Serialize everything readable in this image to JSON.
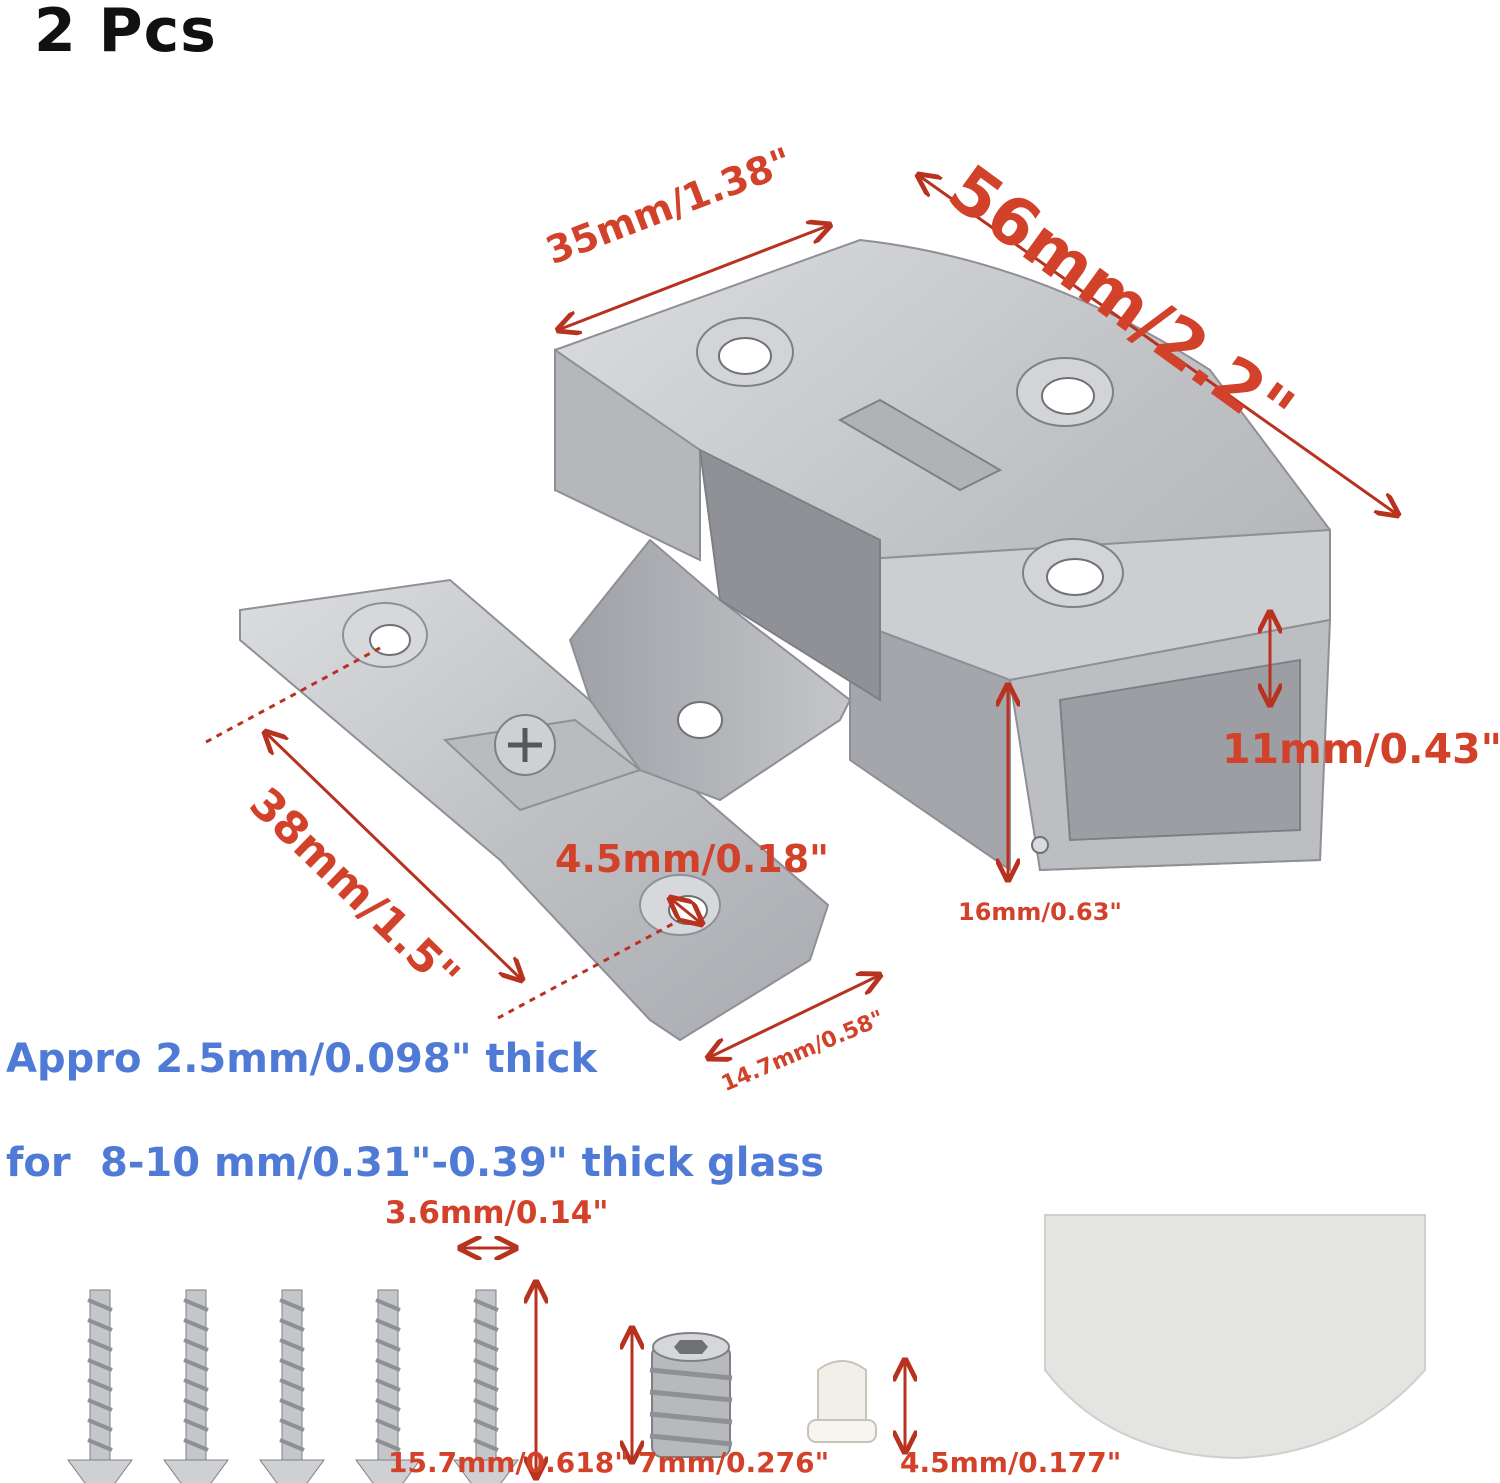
{
  "title": "2 Pcs",
  "colors": {
    "dimension": "#d2412a",
    "note": "#4f7bd6",
    "metal": "#c8c9cc"
  },
  "dimensions": {
    "length_top": "56mm/2.2\"",
    "width_top": "35mm/1.38\"",
    "glass_gap": "11mm/0.43\"",
    "height": "16mm/0.63\"",
    "plate_length": "38mm/1.5\"",
    "hole": "4.5mm/0.18\"",
    "plate_width": "14.7mm/0.58\""
  },
  "notes": {
    "thickness": "Appro 2.5mm/0.098\" thick",
    "glass_prefix": "for",
    "glass_range": "8-10 mm/0.31\"-0.39\" thick glass"
  },
  "accessories": {
    "screw_diameter": "3.6mm/0.14\"",
    "screw_length": "15.7mm/0.618\"",
    "set_screw": "7mm/0.276\"",
    "plug": "4.5mm/0.177\""
  }
}
